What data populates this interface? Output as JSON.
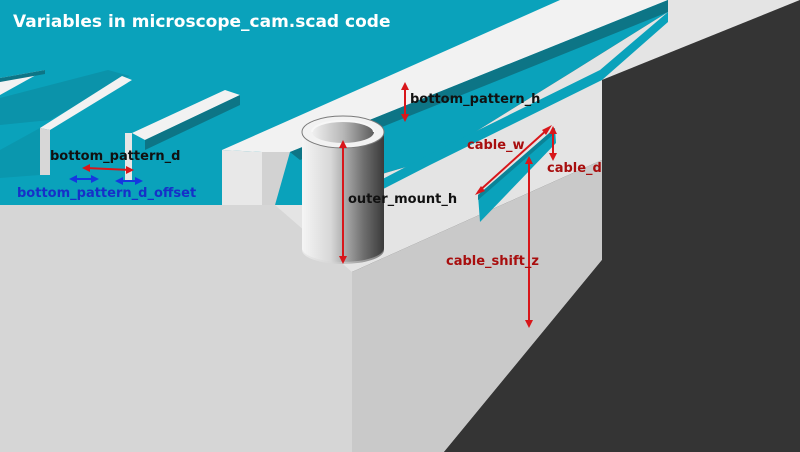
{
  "title": "Variables in microscope_cam.scad code",
  "colors": {
    "background": "#343434",
    "base_top": "#0aa2bb",
    "base_side_light": "#e2e2e2",
    "base_side_dark": "#c9c9c9",
    "ridge_top": "#f2f2f2",
    "ridge_side": "#0d7586",
    "black_label": "#111111",
    "red_label": "#a80e0e",
    "blue_label": "#1630c8",
    "red_arrow": "#d8161a",
    "blue_arrow": "#1538e0"
  },
  "labels": {
    "bottom_pattern_h": "bottom_pattern_h",
    "bottom_pattern_d": "bottom_pattern_d",
    "bottom_pattern_d_offset": "bottom_pattern_d_offset",
    "outer_mount_h": "outer_mount_h",
    "cable_w": "cable_w",
    "cable_d": "cable_d",
    "cable_shift_z": "cable_shift_z"
  }
}
